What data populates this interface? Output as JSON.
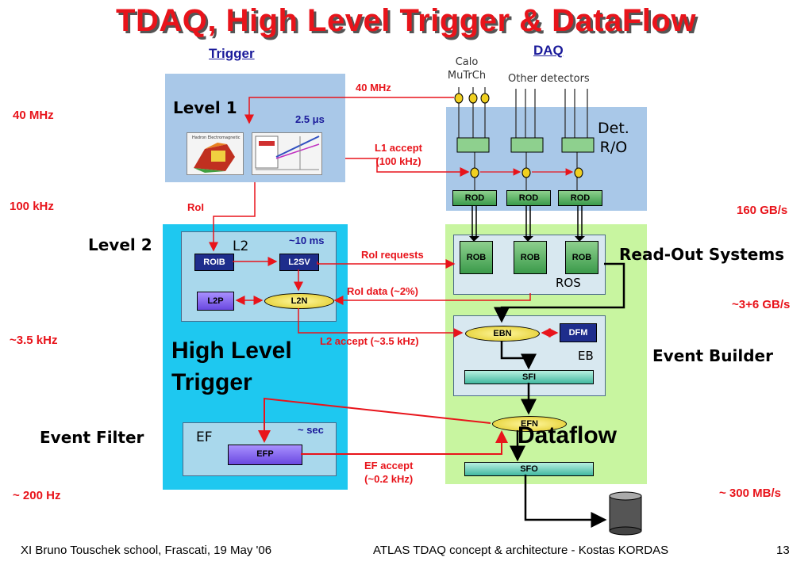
{
  "title": "TDAQ, High Level Trigger & DataFlow",
  "headers": {
    "trigger": "Trigger",
    "daq": "DAQ"
  },
  "rates_left": {
    "r1": "40 MHz",
    "r2": "100 kHz",
    "r3": "~3.5 kHz",
    "r4": "~ 200 Hz"
  },
  "rates_right": {
    "r1": "160 GB/s",
    "r2": "~3+6 GB/s",
    "r3": "~ 300 MB/s"
  },
  "labels": {
    "level1": "Level 1",
    "l1_time": "2.5 μs",
    "level2": "Level 2",
    "l2": "L2",
    "l2_time": "~10 ms",
    "hlt": "High Level\nTrigger",
    "event_filter": "Event Filter",
    "ef": "EF",
    "ef_time": "~ sec",
    "calo": "Calo\nMuTrCh",
    "other_detectors": "Other detectors",
    "det_ro": "Det.\nR/O",
    "ros_title": "Read-Out Systems",
    "ros": "ROS",
    "event_builder": "Event Builder",
    "eb": "EB",
    "dataflow": "Dataflow"
  },
  "boxes": {
    "roib": "ROIB",
    "l2sv": "L2SV",
    "l2p": "L2P",
    "l2n": "L2N",
    "efp": "EFP",
    "efn": "EFN",
    "ebn": "EBN",
    "dfm": "DFM",
    "sfi": "SFI",
    "sfo": "SFO",
    "rod": "ROD",
    "rob": "ROB"
  },
  "arrows": {
    "mhz40": "40 MHz",
    "l1_accept": "L1 accept\n(100 kHz)",
    "roi": "RoI",
    "roi_requests": "RoI requests",
    "roi_data": "RoI data (~2%)",
    "l2_accept": "L2 accept (~3.5 kHz)",
    "ef_accept": "EF accept\n(~0.2 kHz)"
  },
  "inset": {
    "caption": "Hadron Electromagnetic"
  },
  "footer": {
    "left": "XI Bruno Touschek school, Frascati, 19 May '06",
    "center": "ATLAS TDAQ concept & architecture - Kostas KORDAS",
    "page": "13"
  },
  "colors": {
    "red": "#e8141b",
    "navy": "#1a1a9a",
    "hlt_bg": "#1ec8f0",
    "daq_bg": "#c8f5a0",
    "l1_bg": "#a9c8e8"
  }
}
